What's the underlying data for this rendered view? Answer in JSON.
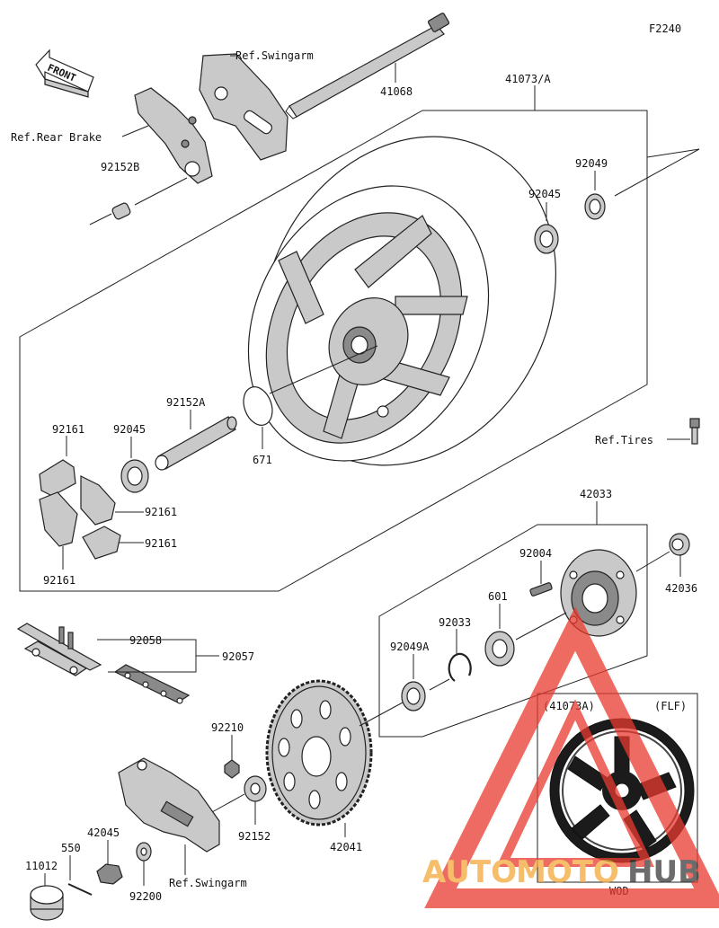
{
  "figure_code": "F2240",
  "front_label": "FRONT",
  "refs": {
    "swingarm_top": "Ref.Swingarm",
    "rear_brake": "Ref.Rear Brake",
    "tires": "Ref.Tires",
    "swingarm_bottom": "Ref.Swingarm"
  },
  "parts": {
    "axle": "41068",
    "wheel_assembly": "41073/A",
    "collar_left": "92152B",
    "oil_seal_right": "92049",
    "bearing_right": "92045",
    "collar_inner": "92152A",
    "o_ring": "671",
    "bearing_left": "92045",
    "damper_top": "92161",
    "damper_mid": "92161",
    "damper_low": "92161",
    "damper_bottom": "92161",
    "coupling": "42033",
    "stud": "92004",
    "coupling_collar": "42036",
    "bearing_coupling": "601",
    "circlip": "92033",
    "oil_seal_coupling": "92049A",
    "chain_link": "92058",
    "chain": "92057",
    "sprocket_nut": "92210",
    "sprocket": "42041",
    "collar_adjuster": "92152",
    "axle_nut": "42045",
    "cotter_pin": "550",
    "washer": "92200",
    "cap": "11012"
  },
  "inset": {
    "code": "(41073A)",
    "variant": "(FLF)",
    "color_code": "WOD"
  },
  "watermark": {
    "auto": "AUTO",
    "moto": "MOTO",
    "hub": "HUB"
  },
  "colors": {
    "watermark_red": "#e83a2e",
    "watermark_orange": "#f4a93a",
    "watermark_dark": "#3b3b3b",
    "line": "#222222"
  }
}
